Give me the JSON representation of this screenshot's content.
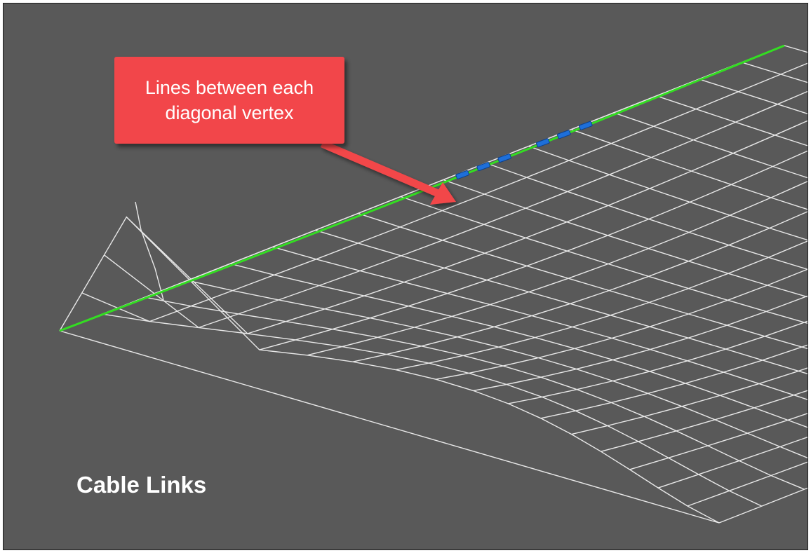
{
  "callout": {
    "text": "Lines between each diagonal vertex"
  },
  "caption": {
    "text": "Cable Links"
  },
  "mesh": {
    "divisions": 17,
    "link_highlight_count": 6,
    "colors": {
      "background": "#595959",
      "mesh_line": "#e8e8e8",
      "diagonal_link": "#33dd22",
      "vertex_marker": "#1e6fd9",
      "callout": "#f2464a",
      "arrow": "#f2464a"
    }
  }
}
